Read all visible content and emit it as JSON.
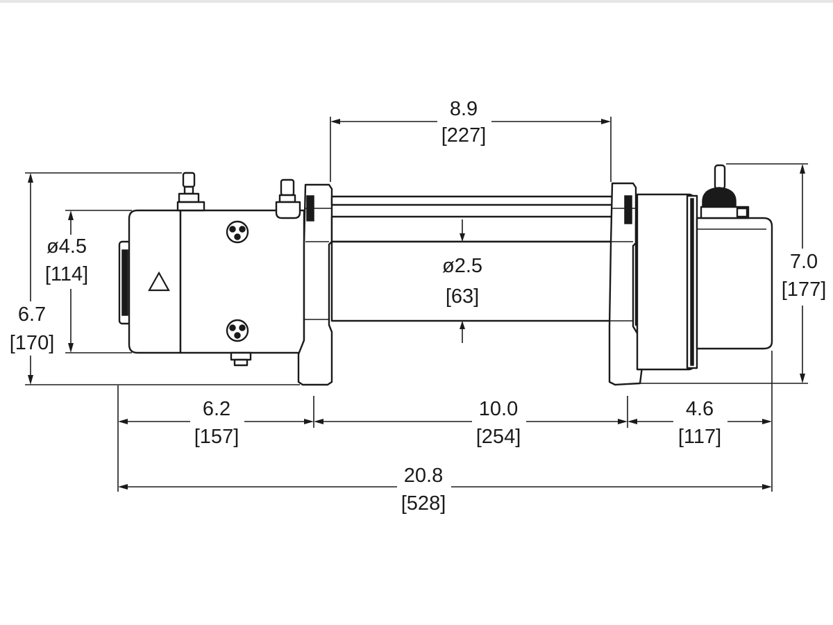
{
  "dimensions": {
    "drum_frame_span": {
      "value": "8.9",
      "metric": "[227]"
    },
    "motor_diameter": {
      "value": "ø4.5",
      "metric": "[114]"
    },
    "overall_height_left": {
      "value": "6.7",
      "metric": "[170]"
    },
    "drum_diameter": {
      "value": "ø2.5",
      "metric": "[63]"
    },
    "overall_height_right": {
      "value": "7.0",
      "metric": "[177]"
    },
    "motor_length": {
      "value": "6.2",
      "metric": "[157]"
    },
    "mount_span": {
      "value": "10.0",
      "metric": "[254]"
    },
    "gearbox_length": {
      "value": "4.6",
      "metric": "[117]"
    },
    "overall_length": {
      "value": "20.8",
      "metric": "[528]"
    }
  },
  "colors": {
    "line": "#1a1a1a",
    "background": "#ffffff"
  },
  "icons": {
    "motor_warning": "warning-triangle-icon",
    "motor_bolts": "bolt-icon"
  }
}
